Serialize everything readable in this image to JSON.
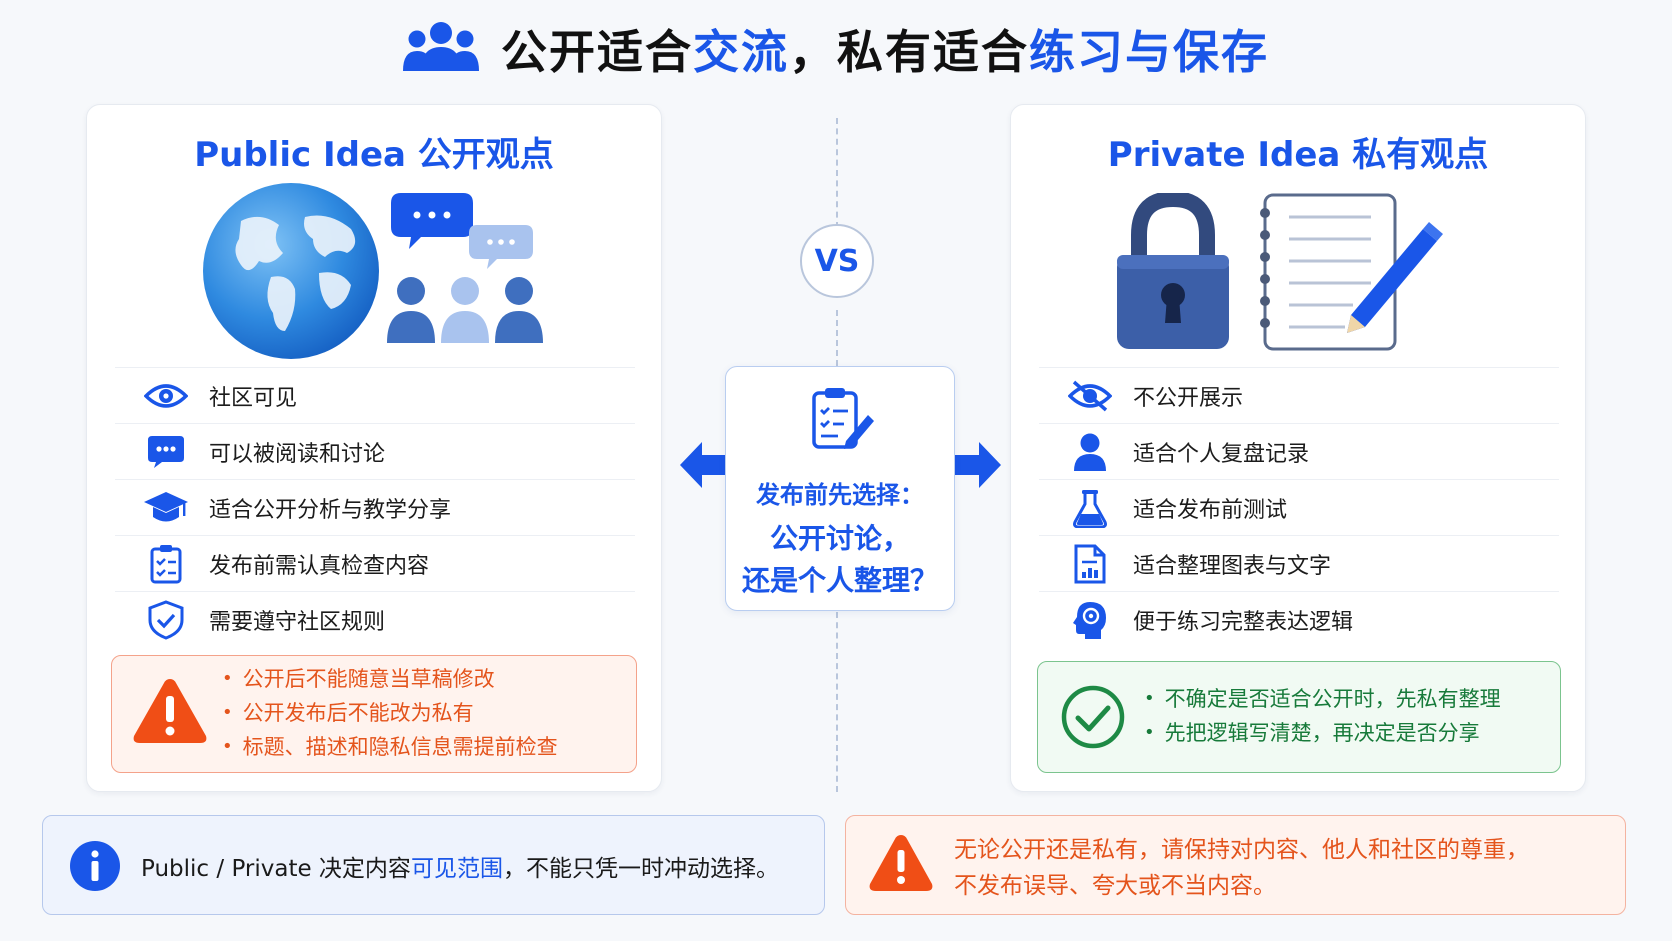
{
  "title": {
    "part1": "公开适合",
    "part2": "交流",
    "part3": "，私有适合",
    "part4": "练习与保存"
  },
  "public_card": {
    "title": "Public Idea 公开观点",
    "features": [
      {
        "icon": "eye-icon",
        "label": "社区可见"
      },
      {
        "icon": "chat-icon",
        "label": "可以被阅读和讨论"
      },
      {
        "icon": "graduation-cap-icon",
        "label": "适合公开分析与教学分享"
      },
      {
        "icon": "checklist-icon",
        "label": "发布前需认真检查内容"
      },
      {
        "icon": "shield-check-icon",
        "label": "需要遵守社区规则"
      }
    ],
    "warnings": [
      "公开后不能随意当草稿修改",
      "公开发布后不能改为私有",
      "标题、描述和隐私信息需提前检查"
    ]
  },
  "private_card": {
    "title": "Private Idea 私有观点",
    "features": [
      {
        "icon": "eye-off-icon",
        "label": "不公开展示"
      },
      {
        "icon": "person-icon",
        "label": "适合个人复盘记录"
      },
      {
        "icon": "flask-icon",
        "label": "适合发布前测试"
      },
      {
        "icon": "document-chart-icon",
        "label": "适合整理图表与文字"
      },
      {
        "icon": "head-brain-icon",
        "label": "便于练习完整表达逻辑"
      }
    ],
    "tips": [
      "不确定是否适合公开时，先私有整理",
      "先把逻辑写清楚，再决定是否分享"
    ]
  },
  "center": {
    "vs": "VS",
    "line1": "发布前先选择：",
    "line2": "公开讨论，",
    "line3": "还是个人整理？"
  },
  "banner_info": {
    "text1": "Public / Private 决定内容",
    "text_hl": "可见范围",
    "text2": "，不能只凭一时冲动选择。"
  },
  "banner_warn": {
    "line1": "无论公开还是私有，请保持对内容、他人和社区的尊重，",
    "line2": "不发布误导、夸大或不当内容。"
  },
  "colors": {
    "accent": "#1a56e8",
    "warning": "#e4541c",
    "success": "#177a3a"
  }
}
